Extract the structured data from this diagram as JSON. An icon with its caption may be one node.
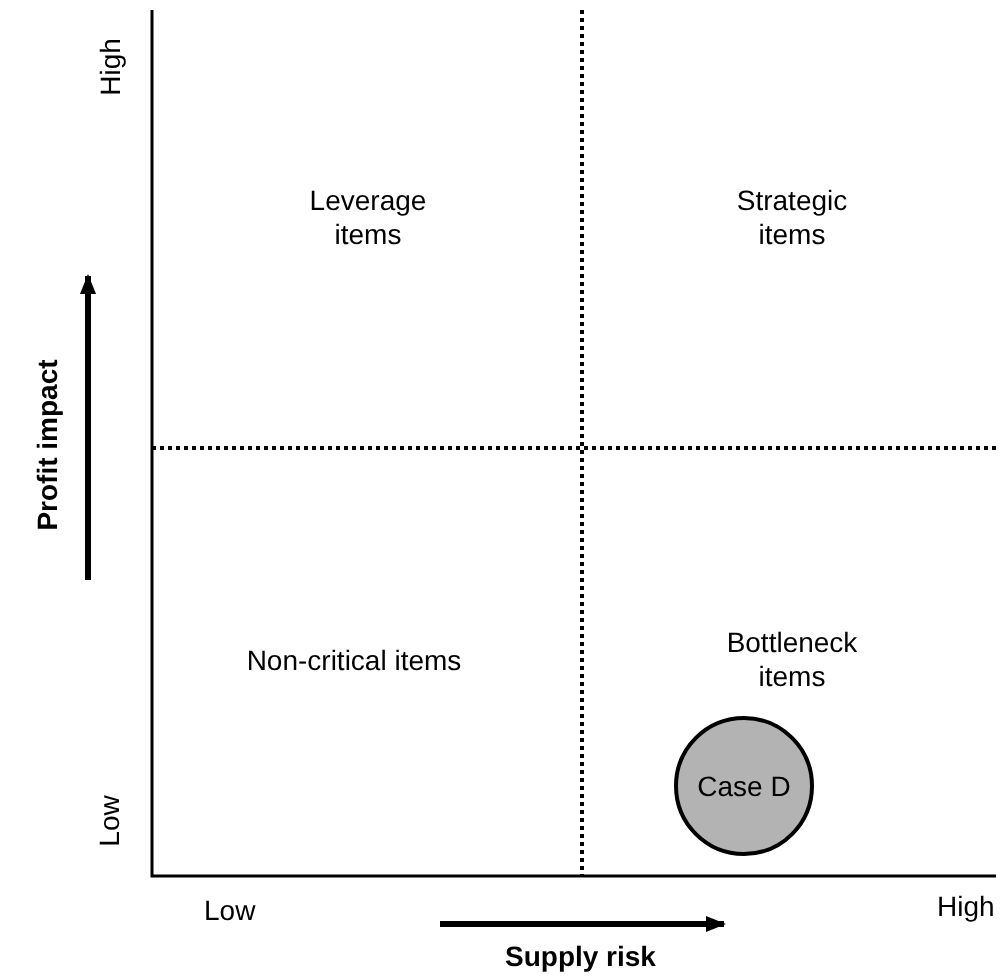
{
  "diagram": {
    "nodes": [
      {
        "text": [
          "Case D"
        ]
      }
    ],
    "edges": [],
    "labels": [
      "High",
      "Leverage items",
      "Strategic items",
      "Profit impact",
      "Non-critical items",
      "Bottleneck items",
      "Low",
      "Low",
      "High",
      "Supply risk"
    ]
  }
}
